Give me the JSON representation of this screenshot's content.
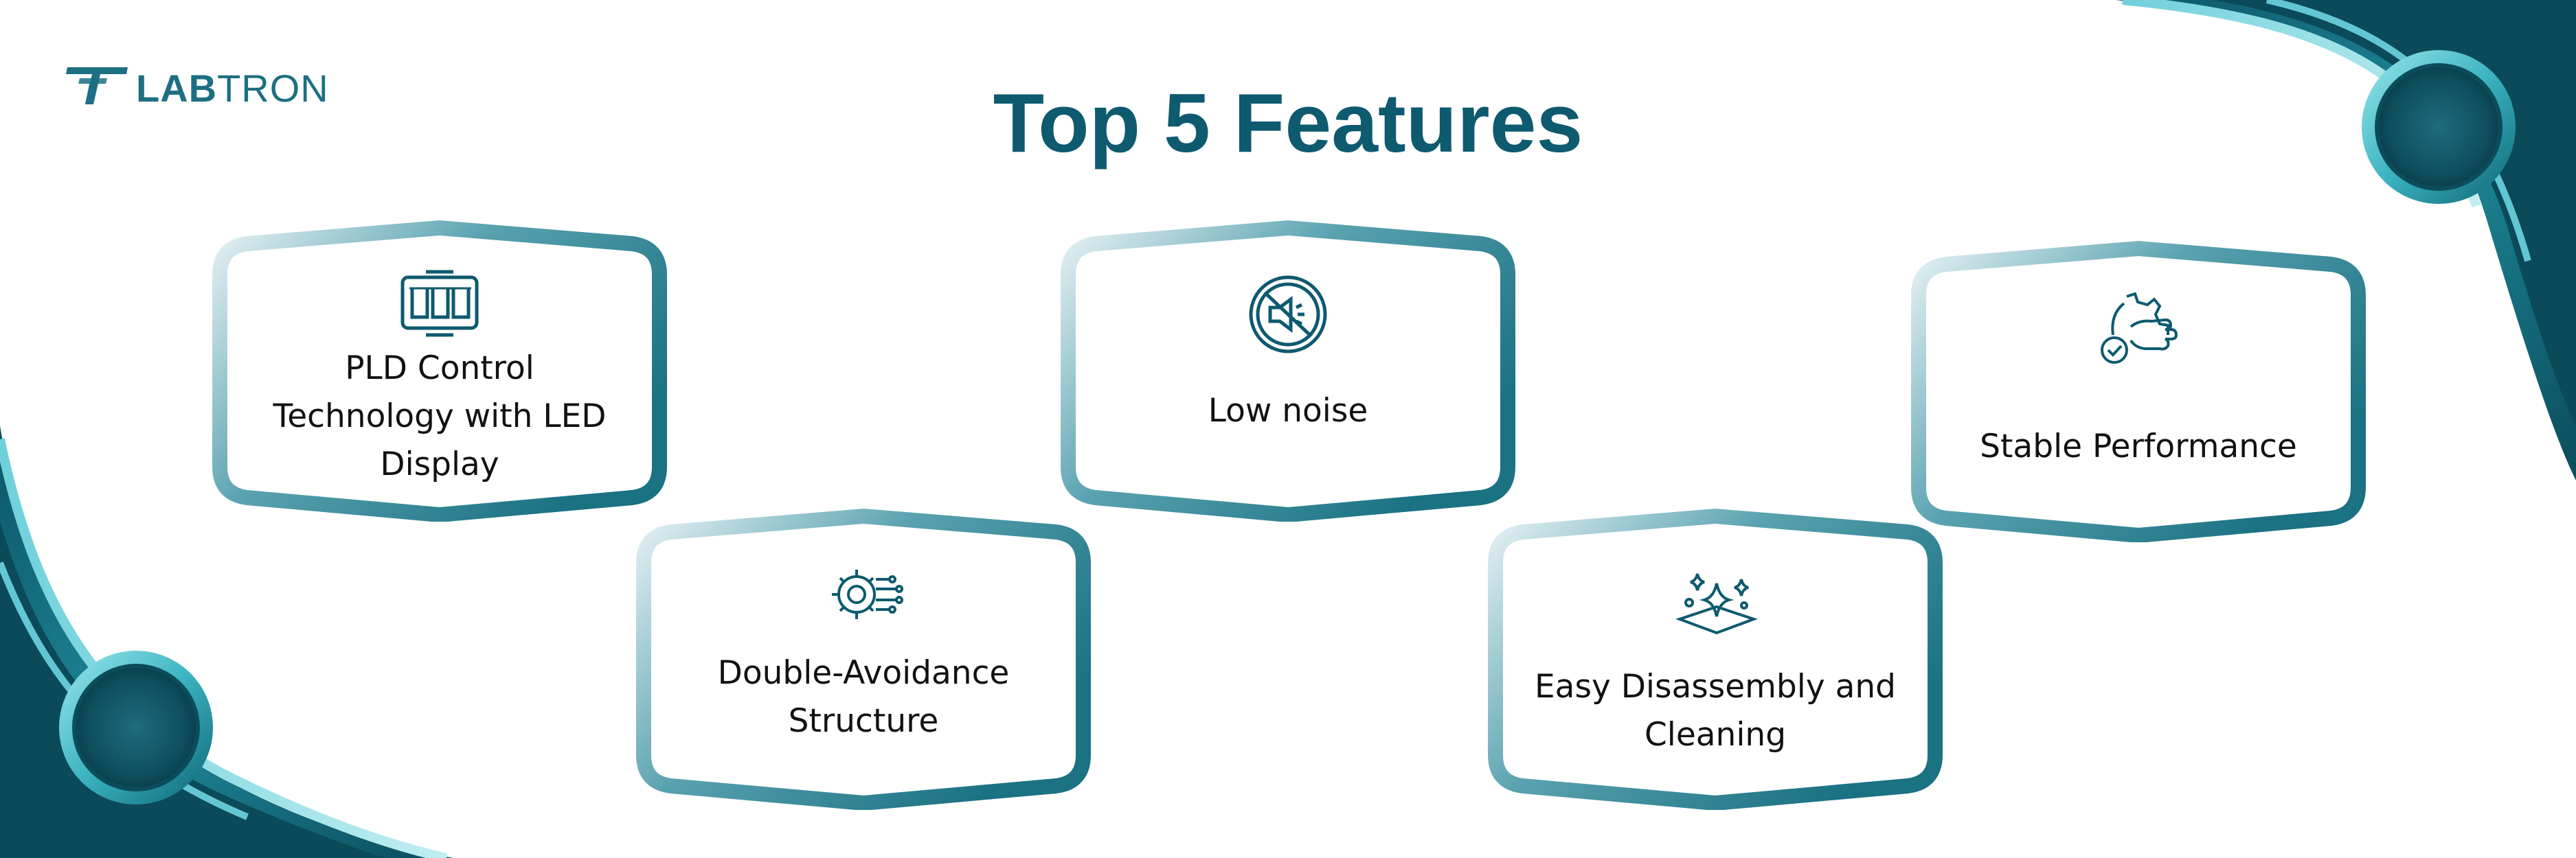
{
  "brand": {
    "name_strong": "LAB",
    "name_light": "TRON"
  },
  "title": "Top 5 Features",
  "colors": {
    "teal_dark": "#0e5a6f",
    "teal": "#1f7d8c",
    "teal_light": "#cfe6ec"
  },
  "features": [
    {
      "label_lines": [
        "PLD Control",
        "Technology with LED",
        "Display"
      ],
      "icon": "led-display-icon"
    },
    {
      "label_lines": [
        "Double-Avoidance",
        "Structure"
      ],
      "icon": "gear-circuit-icon"
    },
    {
      "label_lines": [
        "Low noise"
      ],
      "icon": "mute-speaker-icon"
    },
    {
      "label_lines": [
        "Easy Disassembly and",
        "Cleaning"
      ],
      "icon": "sparkle-clean-icon"
    },
    {
      "label_lines": [
        "Stable Performance"
      ],
      "icon": "gear-hand-check-icon"
    }
  ]
}
